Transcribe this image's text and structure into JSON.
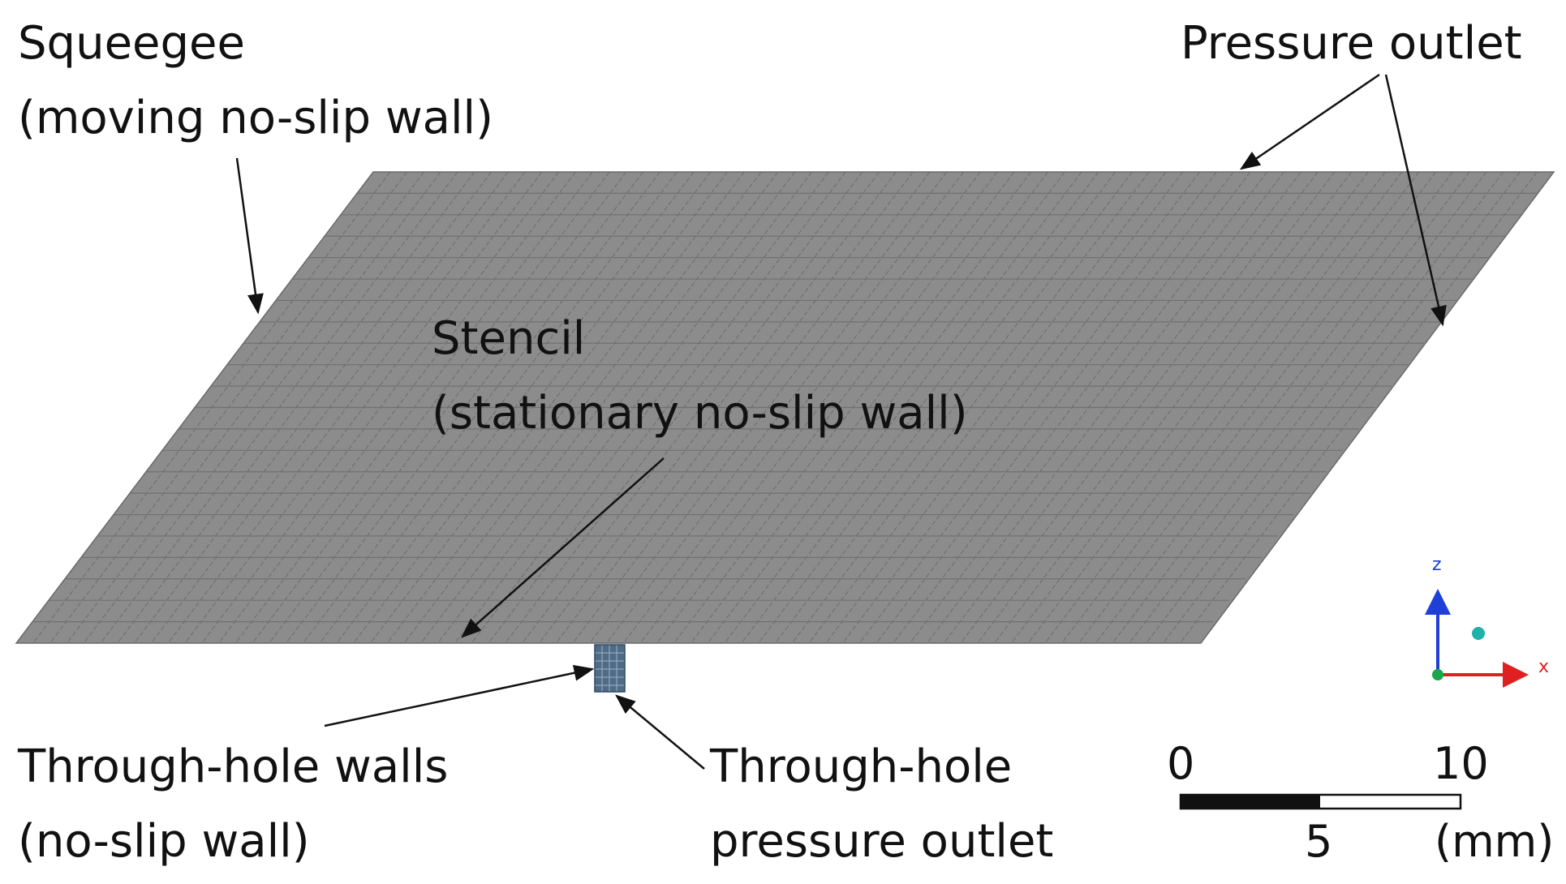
{
  "labels": {
    "squeegee": {
      "line1": "Squeegee",
      "line2": "(moving no-slip wall)"
    },
    "pressure_outlet": "Pressure outlet",
    "stencil": {
      "line1": "Stencil",
      "line2": "(stationary no-slip wall)"
    },
    "through_hole_walls": {
      "line1": "Through-hole walls",
      "line2": "(no-slip wall)"
    },
    "through_hole_outlet": {
      "line1": "Through-hole",
      "line2": "pressure outlet"
    }
  },
  "scale_bar": {
    "tick_0": "0",
    "tick_10": "10",
    "tick_5": "5",
    "unit": "(mm)"
  },
  "axes": {
    "z": "z",
    "x": "x"
  },
  "colors": {
    "plane": "#8c8c8c",
    "mesh": "#6e6e6e",
    "hole": "#4f6b86",
    "z_axis": "#1f3fd6",
    "x_axis": "#e02020",
    "y_dot": "#1aa64a",
    "cyan_dot": "#20b2aa"
  }
}
